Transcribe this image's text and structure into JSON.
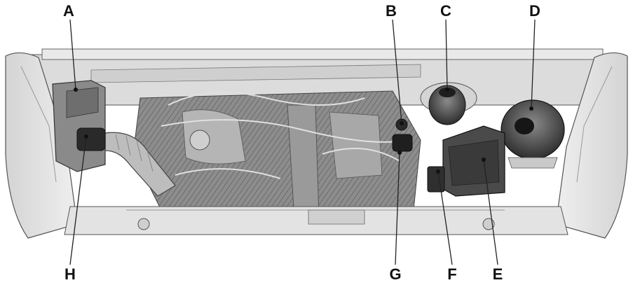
{
  "callouts": [
    {
      "id": "A",
      "label": "A"
    },
    {
      "id": "B",
      "label": "B"
    },
    {
      "id": "C",
      "label": "C"
    },
    {
      "id": "D",
      "label": "D"
    },
    {
      "id": "E",
      "label": "E"
    },
    {
      "id": "F",
      "label": "F"
    },
    {
      "id": "G",
      "label": "G"
    },
    {
      "id": "H",
      "label": "H"
    }
  ],
  "colors": {
    "line": "#222222",
    "body_light": "#e8e8e8",
    "body_mid": "#c9c9c9",
    "engine_dark": "#7a7a7a",
    "component_dark": "#3a3a3a"
  }
}
